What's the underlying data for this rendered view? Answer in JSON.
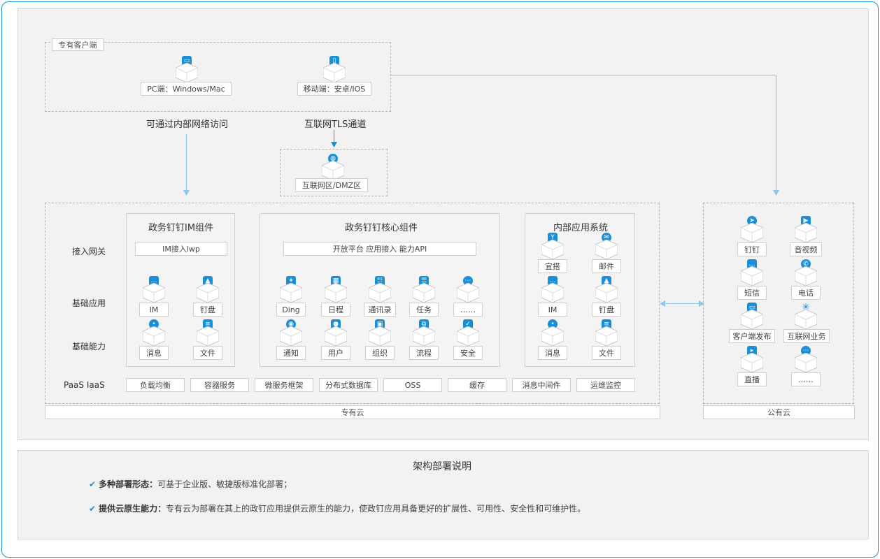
{
  "client_zone": {
    "tag": "专有客户端",
    "pc": "PC端：Windows/Mac",
    "mobile": "移动端：安卓/IOS",
    "internal_access": "可通过内部网络访问",
    "tls_channel": "互联网TLS通道"
  },
  "dmz": {
    "label": "互联网区/DMZ区"
  },
  "private_cloud": {
    "footer": "专有云",
    "row_labels": {
      "gateway": "接入网关",
      "base_apps": "基础应用",
      "base_caps": "基础能力",
      "paas": "PaaS IaaS"
    },
    "im_group": {
      "title": "政务钉钉IM组件",
      "gateway": "IM接入lwp",
      "apps": [
        "IM",
        "钉盘"
      ],
      "caps": [
        "消息",
        "文件"
      ]
    },
    "core_group": {
      "title": "政务钉钉核心组件",
      "gateway": "开放平台  应用接入  能力API",
      "apps": [
        "Ding",
        "日程",
        "通讯录",
        "任务",
        "……"
      ],
      "caps": [
        "通知",
        "用户",
        "组织",
        "流程",
        "安全"
      ]
    },
    "internal_group": {
      "title": "内部应用系统",
      "row1": [
        "宜搭",
        "邮件"
      ],
      "row2": [
        "IM",
        "钉盘"
      ],
      "row3": [
        "消息",
        "文件"
      ]
    },
    "paas_items": [
      "负载均衡",
      "容器服务",
      "微服务框架",
      "分布式数据库",
      "OSS",
      "缓存",
      "消息中间件",
      "运维监控"
    ]
  },
  "public_cloud": {
    "footer": "公有云",
    "items": [
      "钉钉",
      "音视频",
      "短信",
      "电话",
      "客户端发布",
      "互联网业务",
      "直播",
      "……"
    ]
  },
  "notes": {
    "title": "架构部署说明",
    "item1_bold": "多种部署形态：",
    "item1_text": "可基于企业版、敏捷版标准化部署；",
    "item2_bold": "提供云原生能力：",
    "item2_text": "专有云为部署在其上的政钉应用提供云原生的能力，使政钉应用具备更好的扩展性、可用性、安全性和可维护性。"
  },
  "colors": {
    "accent": "#1a8fd8",
    "connector": "#8fc7ec",
    "panel": "#f2f2f2"
  }
}
